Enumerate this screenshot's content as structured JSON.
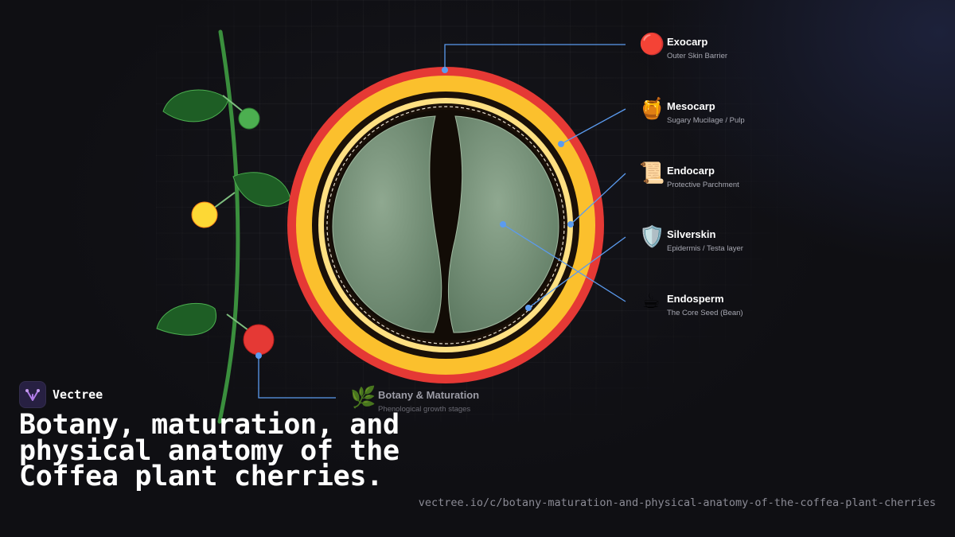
{
  "diagram": {
    "labels": [
      {
        "key": "exocarp",
        "icon": "red-circle-emoji",
        "glyph": "🔴",
        "title": "Exocarp",
        "subtitle": "Outer Skin Barrier"
      },
      {
        "key": "mesocarp",
        "icon": "honey-pot-emoji",
        "glyph": "🍯",
        "title": "Mesocarp",
        "subtitle": "Sugary Mucilage / Pulp"
      },
      {
        "key": "endocarp",
        "icon": "scroll-emoji",
        "glyph": "📜",
        "title": "Endocarp",
        "subtitle": "Protective Parchment"
      },
      {
        "key": "silverskin",
        "icon": "shield-emoji",
        "glyph": "🛡️",
        "title": "Silverskin",
        "subtitle": "Epidermis / Testa layer"
      },
      {
        "key": "endosperm",
        "icon": "hot-beverage-emoji",
        "glyph": "☕",
        "title": "Endosperm",
        "subtitle": "The Core Seed (Bean)"
      }
    ],
    "branch_label": {
      "icon": "herb-emoji",
      "glyph": "🌿",
      "title": "Botany & Maturation",
      "subtitle": "Phenological growth stages"
    },
    "colors": {
      "exocarp": "#e53935",
      "mesocarp": "#fbc02d",
      "endocarp": "#ffe082",
      "silverskin": "#1a1008",
      "endosperm": "#7a977d",
      "callout": "#5b9bef",
      "stem": "#3a8f3d",
      "leaf": "#1e5e25",
      "cherry_green": "#4caf50",
      "cherry_yellow": "#fdd835",
      "cherry_red": "#e53935"
    }
  },
  "brand": {
    "name": "Vectree",
    "logo_icon": "vectree-logo-icon"
  },
  "headline": "Botany, maturation, and physical anatomy of the Coffea plant cherries.",
  "url": "vectree.io/c/botany-maturation-and-physical-anatomy-of-the-coffea-plant-cherries"
}
